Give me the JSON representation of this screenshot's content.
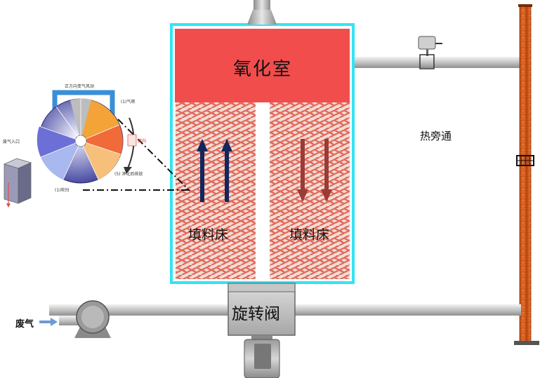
{
  "labels": {
    "oxidation_chamber": "氧化室",
    "packed_bed_left": "填料床",
    "packed_bed_right": "填料床",
    "hot_bypass": "热旁通",
    "rotary_valve": "旋转阀",
    "exhaust_gas": "废气"
  },
  "wheel_inset": {
    "top_label": "正方向变气风动",
    "seal_label": "(1)气密",
    "inlet_label": "废气入口",
    "clean_label": "(5) 净化后排放",
    "purge_label": "(1)吹扫",
    "rotation_label": "转向"
  },
  "colors": {
    "oxidation_chamber": "#f14d4d",
    "chamber_border": "#34e4f2",
    "brick": "#e06a5a",
    "up_arrow": "#13265c",
    "down_arrow": "#9a3b36",
    "pipe": "#c9c9c9",
    "stack": "#e0621d"
  }
}
